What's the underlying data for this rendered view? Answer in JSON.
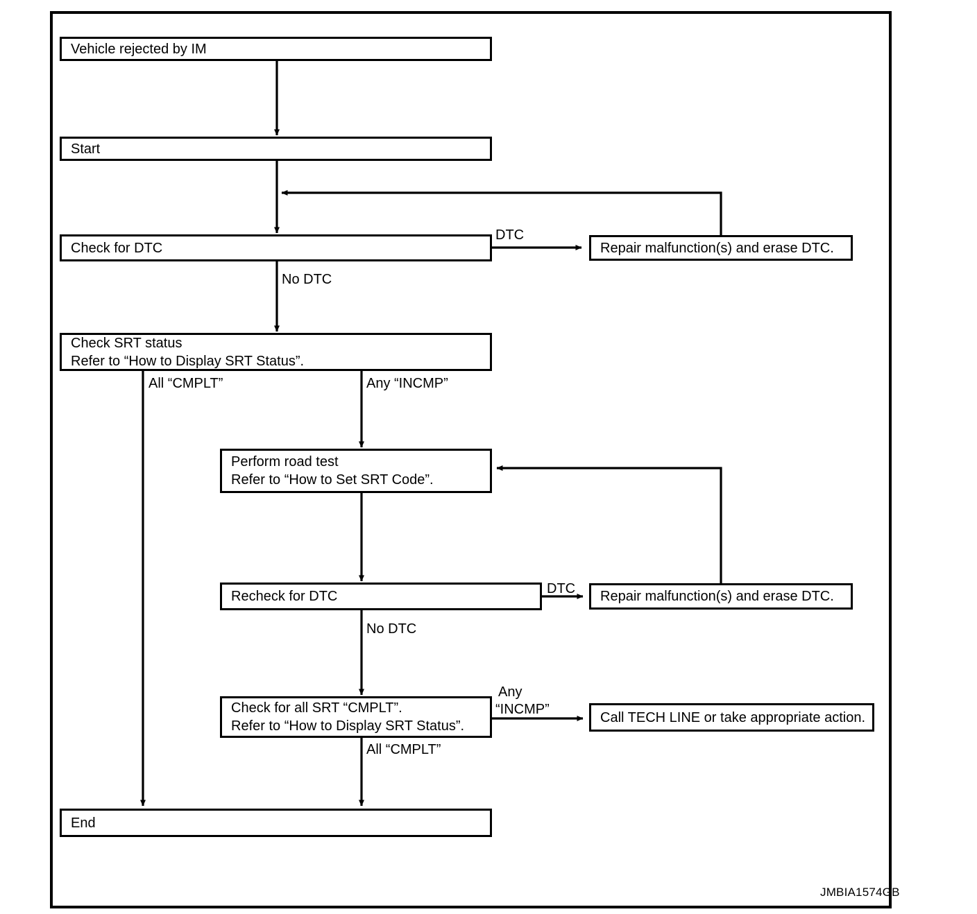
{
  "diagram": {
    "caption_code": "JMBIA1574GB",
    "nodes": {
      "vehicle_rejected": {
        "text": "Vehicle rejected by IM"
      },
      "start": {
        "text": "Start"
      },
      "check_dtc": {
        "text": "Check for DTC"
      },
      "repair_erase_1": {
        "text": "Repair malfunction(s) and erase DTC."
      },
      "check_srt": {
        "line1": "Check SRT status",
        "line2": "Refer to “How to Display SRT Status”."
      },
      "road_test": {
        "line1": "Perform road test",
        "line2": "Refer to “How to Set SRT Code”."
      },
      "recheck_dtc": {
        "text": "Recheck for DTC"
      },
      "repair_erase_2": {
        "text": "Repair malfunction(s) and erase DTC."
      },
      "check_all_srt": {
        "line1": "Check for all SRT “CMPLT”.",
        "line2": "Refer to “How to Display SRT Status”."
      },
      "tech_line": {
        "text": "Call TECH LINE or take appropriate action."
      },
      "end": {
        "text": "End"
      }
    },
    "edge_labels": {
      "dtc_1": "DTC",
      "no_dtc_1": "No DTC",
      "all_cmplt_1": "All “CMPLT”",
      "any_incmp_1": "Any “INCMP”",
      "dtc_2": "DTC",
      "no_dtc_2": "No DTC",
      "any_incmp_2_line1": "Any",
      "any_incmp_2_line2": "“INCMP”",
      "all_cmplt_2": "All “CMPLT”"
    },
    "colors": {
      "stroke": "#000000",
      "background": "#ffffff"
    }
  }
}
